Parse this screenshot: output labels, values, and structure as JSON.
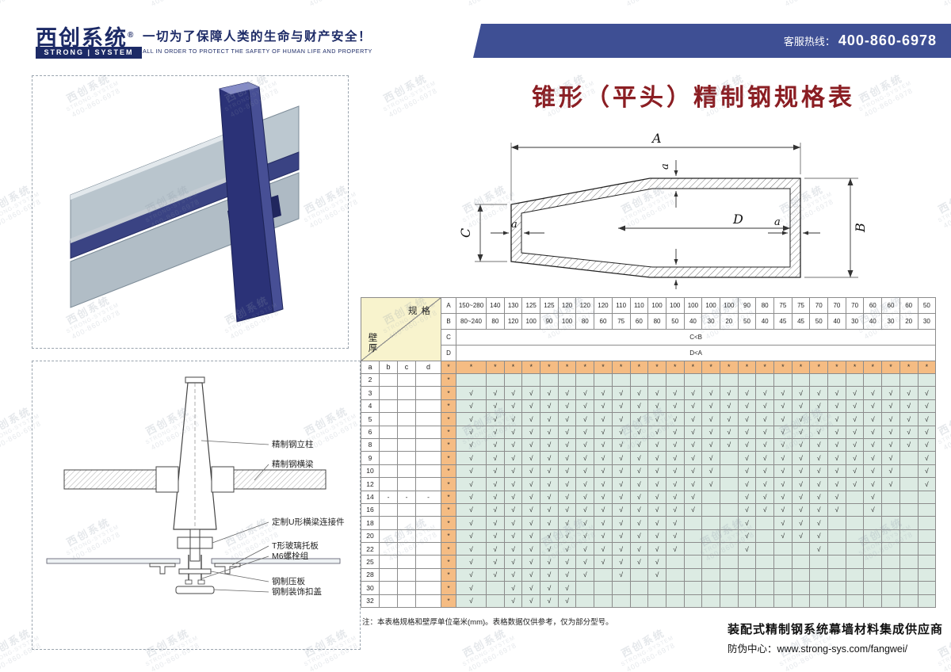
{
  "title": "锥形（平头）精制钢规格表",
  "header": {
    "logo_cn": "西创系统",
    "logo_reg": "®",
    "logo_en": "STRONG | SYSTEM",
    "tagline_cn": "一切为了保障人类的生命与财产安全！",
    "tagline_en": "ALL IN ORDER TO PROTECT THE SAFETY OF HUMAN LIFE AND PROPERTY",
    "hotline_label": "客服热线：",
    "hotline_number": "400-860-6978"
  },
  "colors": {
    "navy": "#1c2a66",
    "bar_blue": "#3e4f94",
    "title_red": "#8b1e23",
    "star_orange": "#f5bc83",
    "check_green": "#dcebe3",
    "corner_yellow": "#f8f3cd"
  },
  "watermark": {
    "lines": [
      "西创系统",
      "STRONG-SYSTEM",
      "400-860-6978"
    ]
  },
  "diagram": {
    "A": "A",
    "B": "B",
    "C": "C",
    "D": "D",
    "a": "a"
  },
  "drawing_labels": [
    "精制钢立柱",
    "精制钢横梁",
    "定制U形横梁连接件",
    "T形玻璃托板",
    "M6螺栓组",
    "钢制压板",
    "钢制装饰扣盖"
  ],
  "spec_table": {
    "corner_top": "规格",
    "corner_bottom": "壁厚",
    "row_labels": [
      "A",
      "B",
      "C",
      "D"
    ],
    "A": [
      "150~280",
      "140",
      "130",
      "125",
      "125",
      "120",
      "120",
      "120",
      "110",
      "110",
      "100",
      "100",
      "100",
      "100",
      "100",
      "90",
      "80",
      "75",
      "75",
      "70",
      "70",
      "70",
      "60",
      "60",
      "60",
      "50"
    ],
    "B": [
      "80~240",
      "80",
      "120",
      "100",
      "90",
      "100",
      "80",
      "60",
      "75",
      "60",
      "80",
      "50",
      "40",
      "30",
      "20",
      "50",
      "40",
      "45",
      "45",
      "50",
      "40",
      "30",
      "40",
      "30",
      "20",
      "30"
    ],
    "C_rule": "C<B",
    "D_rule": "D<A",
    "sub_headers": [
      "a",
      "b",
      "c",
      "d"
    ],
    "star": "*",
    "check": "√",
    "rows": [
      {
        "a": "2",
        "b": "",
        "c": "",
        "d": "",
        "checks": [
          0,
          0,
          0,
          0,
          0,
          0,
          0,
          0,
          0,
          0,
          0,
          0,
          0,
          0,
          0,
          0,
          0,
          0,
          0,
          0,
          0,
          0,
          0,
          0,
          0,
          0
        ]
      },
      {
        "a": "3",
        "b": "",
        "c": "",
        "d": "",
        "checks": [
          1,
          1,
          1,
          1,
          1,
          1,
          1,
          1,
          1,
          1,
          1,
          1,
          1,
          1,
          1,
          1,
          1,
          1,
          1,
          1,
          1,
          1,
          1,
          1,
          1,
          1
        ]
      },
      {
        "a": "4",
        "b": "",
        "c": "",
        "d": "",
        "checks": [
          1,
          1,
          1,
          1,
          1,
          1,
          1,
          1,
          1,
          1,
          1,
          1,
          1,
          1,
          1,
          1,
          1,
          1,
          1,
          1,
          1,
          1,
          1,
          1,
          1,
          1
        ]
      },
      {
        "a": "5",
        "b": "",
        "c": "",
        "d": "",
        "checks": [
          1,
          1,
          1,
          1,
          1,
          1,
          1,
          1,
          1,
          1,
          1,
          1,
          1,
          1,
          1,
          1,
          1,
          1,
          1,
          1,
          1,
          1,
          1,
          1,
          1,
          1
        ]
      },
      {
        "a": "6",
        "b": "",
        "c": "",
        "d": "",
        "checks": [
          1,
          1,
          1,
          1,
          1,
          1,
          1,
          1,
          1,
          1,
          1,
          1,
          1,
          1,
          1,
          1,
          1,
          1,
          1,
          1,
          1,
          1,
          1,
          1,
          1,
          1
        ]
      },
      {
        "a": "8",
        "b": "",
        "c": "",
        "d": "",
        "checks": [
          1,
          1,
          1,
          1,
          1,
          1,
          1,
          1,
          1,
          1,
          1,
          1,
          1,
          1,
          1,
          1,
          1,
          1,
          1,
          1,
          1,
          1,
          1,
          1,
          1,
          1
        ]
      },
      {
        "a": "9",
        "b": "",
        "c": "",
        "d": "",
        "checks": [
          1,
          1,
          1,
          1,
          1,
          1,
          1,
          1,
          1,
          1,
          1,
          1,
          1,
          1,
          0,
          1,
          1,
          1,
          1,
          1,
          1,
          1,
          1,
          1,
          0,
          1
        ]
      },
      {
        "a": "10",
        "b": "",
        "c": "",
        "d": "",
        "checks": [
          1,
          1,
          1,
          1,
          1,
          1,
          1,
          1,
          1,
          1,
          1,
          1,
          1,
          1,
          0,
          1,
          1,
          1,
          1,
          1,
          1,
          1,
          1,
          1,
          0,
          1
        ]
      },
      {
        "a": "12",
        "b": "",
        "c": "",
        "d": "",
        "checks": [
          1,
          1,
          1,
          1,
          1,
          1,
          1,
          1,
          1,
          1,
          1,
          1,
          1,
          1,
          0,
          1,
          1,
          1,
          1,
          1,
          1,
          1,
          1,
          1,
          0,
          1
        ]
      },
      {
        "a": "14",
        "b": "-",
        "c": "-",
        "d": "-",
        "checks": [
          1,
          1,
          1,
          1,
          1,
          1,
          1,
          1,
          1,
          1,
          1,
          1,
          1,
          0,
          0,
          1,
          1,
          1,
          1,
          1,
          1,
          0,
          1,
          0,
          0,
          0
        ]
      },
      {
        "a": "16",
        "b": "",
        "c": "",
        "d": "",
        "checks": [
          1,
          1,
          1,
          1,
          1,
          1,
          1,
          1,
          1,
          1,
          1,
          1,
          1,
          0,
          0,
          1,
          1,
          1,
          1,
          1,
          1,
          0,
          1,
          0,
          0,
          0
        ]
      },
      {
        "a": "18",
        "b": "",
        "c": "",
        "d": "",
        "checks": [
          1,
          1,
          1,
          1,
          1,
          1,
          1,
          1,
          1,
          1,
          1,
          1,
          0,
          0,
          0,
          1,
          0,
          1,
          1,
          1,
          0,
          0,
          0,
          0,
          0,
          0
        ]
      },
      {
        "a": "20",
        "b": "",
        "c": "",
        "d": "",
        "checks": [
          1,
          1,
          1,
          1,
          1,
          1,
          1,
          1,
          1,
          1,
          1,
          1,
          0,
          0,
          0,
          1,
          0,
          1,
          1,
          1,
          0,
          0,
          0,
          0,
          0,
          0
        ]
      },
      {
        "a": "22",
        "b": "",
        "c": "",
        "d": "",
        "checks": [
          1,
          1,
          1,
          1,
          1,
          1,
          1,
          1,
          1,
          1,
          1,
          1,
          0,
          0,
          0,
          1,
          0,
          0,
          0,
          1,
          0,
          0,
          0,
          0,
          0,
          0
        ]
      },
      {
        "a": "25",
        "b": "",
        "c": "",
        "d": "",
        "checks": [
          1,
          1,
          1,
          1,
          1,
          1,
          1,
          1,
          1,
          1,
          1,
          0,
          0,
          0,
          0,
          0,
          0,
          0,
          0,
          0,
          0,
          0,
          0,
          0,
          0,
          0
        ]
      },
      {
        "a": "28",
        "b": "",
        "c": "",
        "d": "",
        "checks": [
          1,
          1,
          1,
          1,
          1,
          1,
          1,
          0,
          1,
          0,
          1,
          0,
          0,
          0,
          0,
          0,
          0,
          0,
          0,
          0,
          0,
          0,
          0,
          0,
          0,
          0
        ]
      },
      {
        "a": "30",
        "b": "",
        "c": "",
        "d": "",
        "checks": [
          1,
          0,
          1,
          1,
          1,
          1,
          0,
          0,
          0,
          0,
          0,
          0,
          0,
          0,
          0,
          0,
          0,
          0,
          0,
          0,
          0,
          0,
          0,
          0,
          0,
          0
        ]
      },
      {
        "a": "32",
        "b": "",
        "c": "",
        "d": "",
        "checks": [
          1,
          0,
          1,
          1,
          1,
          1,
          0,
          0,
          0,
          0,
          0,
          0,
          0,
          0,
          0,
          0,
          0,
          0,
          0,
          0,
          0,
          0,
          0,
          0,
          0,
          0
        ]
      }
    ]
  },
  "table_note": "注：本表格规格和壁厚单位毫米(mm)。表格数据仅供参考，仅为部分型号。",
  "footer": {
    "supplier": "装配式精制钢系统幕墙材料集成供应商",
    "anti_fake": "防伪中心：www.strong-sys.com/fangwei/"
  }
}
